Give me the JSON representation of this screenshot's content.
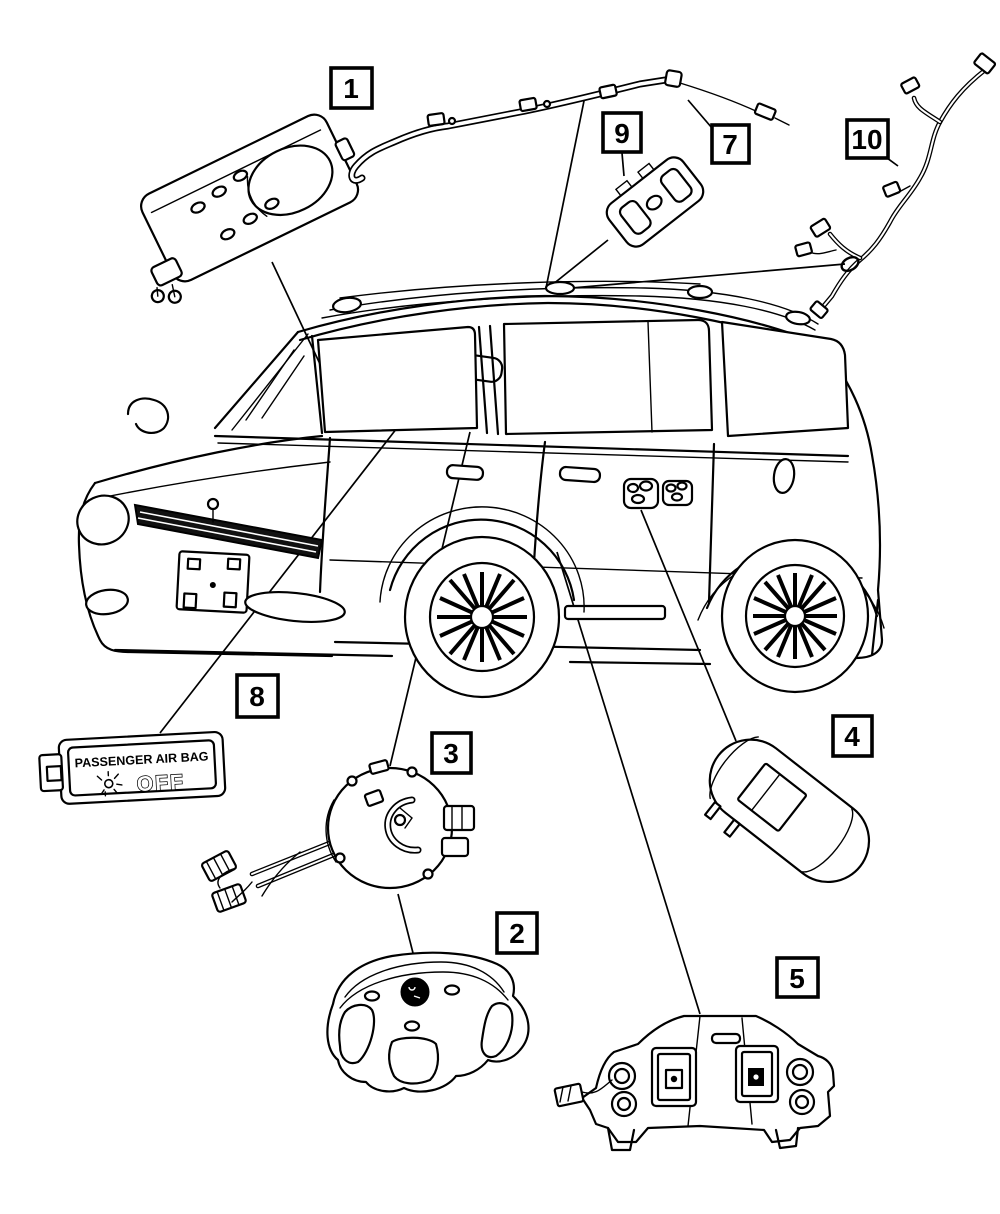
{
  "diagram": {
    "kind": "vehicle-parts-line-diagram",
    "subject": "minivan airbag system components",
    "background_color": "#ffffff",
    "line_color": "#000000"
  },
  "callouts": {
    "c1": {
      "label": "1"
    },
    "c2": {
      "label": "2"
    },
    "c3": {
      "label": "3"
    },
    "c4": {
      "label": "4"
    },
    "c5": {
      "label": "5"
    },
    "c7": {
      "label": "7"
    },
    "c8": {
      "label": "8"
    },
    "c9": {
      "label": "9"
    },
    "c10": {
      "label": "10"
    }
  },
  "switch_label": {
    "line1": "PASSENGER AIR BAG",
    "line2": "OFF"
  },
  "parts": [
    {
      "callout": "1",
      "name": "passenger-airbag-module"
    },
    {
      "callout": "2",
      "name": "driver-airbag-module"
    },
    {
      "callout": "3",
      "name": "clockspring"
    },
    {
      "callout": "4",
      "name": "seat-airbag-module"
    },
    {
      "callout": "5",
      "name": "impact-sensor-module"
    },
    {
      "callout": "7",
      "name": "side-curtain-airbag"
    },
    {
      "callout": "8",
      "name": "passenger-airbag-off-switch"
    },
    {
      "callout": "9",
      "name": "mounting-bracket"
    },
    {
      "callout": "10",
      "name": "wiring-harness"
    }
  ]
}
